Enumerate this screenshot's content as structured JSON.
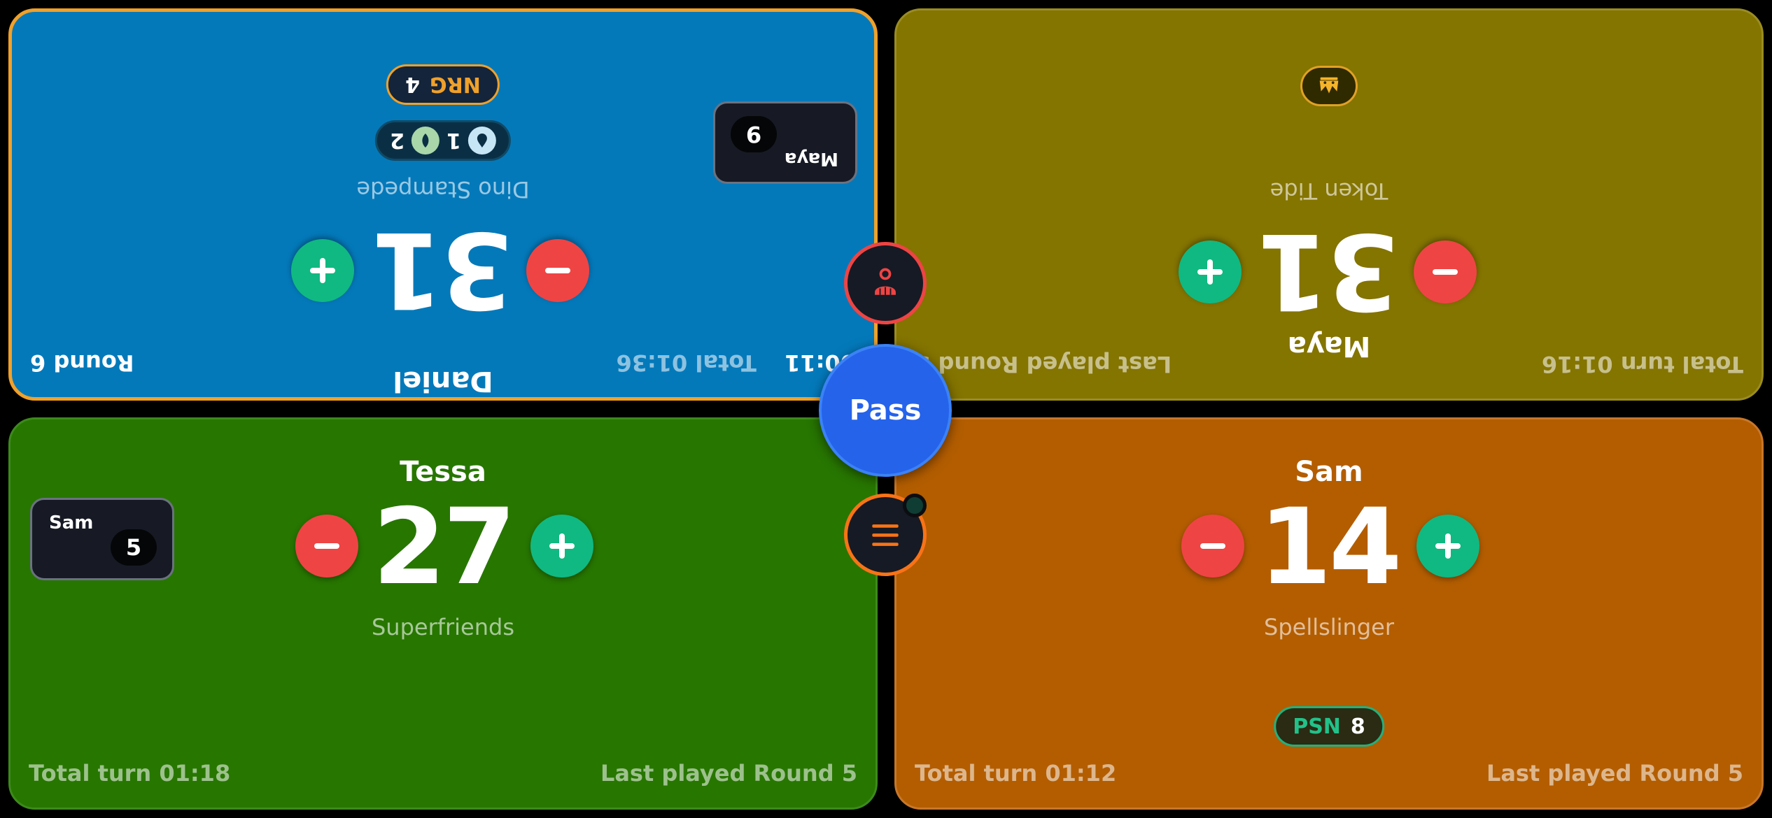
{
  "players": {
    "daniel": {
      "name": "Daniel",
      "life": "31",
      "deck": "Dino Stampede",
      "round_label": "Round 6",
      "turn_timer": "00:11",
      "total_label": "Total 01:36",
      "energy_label": "NRG",
      "energy_value": "4",
      "counter_blue_value": "1",
      "counter_green_value": "2",
      "commander_damage": {
        "name": "Maya",
        "value": "9"
      }
    },
    "maya": {
      "name": "Maya",
      "life": "31",
      "deck": "Token Tide",
      "last_played": "Last played Round 5",
      "total_turn": "Total turn 01:16",
      "crown_icon": "monarch-crown-icon"
    },
    "tessa": {
      "name": "Tessa",
      "life": "27",
      "deck": "Superfriends",
      "total_turn": "Total turn 01:18",
      "last_played": "Last played Round 5",
      "commander_damage": {
        "name": "Sam",
        "value": "5"
      }
    },
    "sam": {
      "name": "Sam",
      "life": "14",
      "deck": "Spellslinger",
      "total_turn": "Total turn 01:12",
      "last_played": "Last played Round 5",
      "poison_label": "PSN",
      "poison_value": "8"
    }
  },
  "center": {
    "pass_label": "Pass"
  },
  "colors": {
    "daniel_bg": "#0479ba",
    "maya_bg": "#847400",
    "tessa_bg": "#277600",
    "sam_bg": "#b35d00",
    "active_border": "#f0a12a",
    "minus": "#ef4444",
    "plus": "#10b981",
    "pass": "#2563eb"
  }
}
